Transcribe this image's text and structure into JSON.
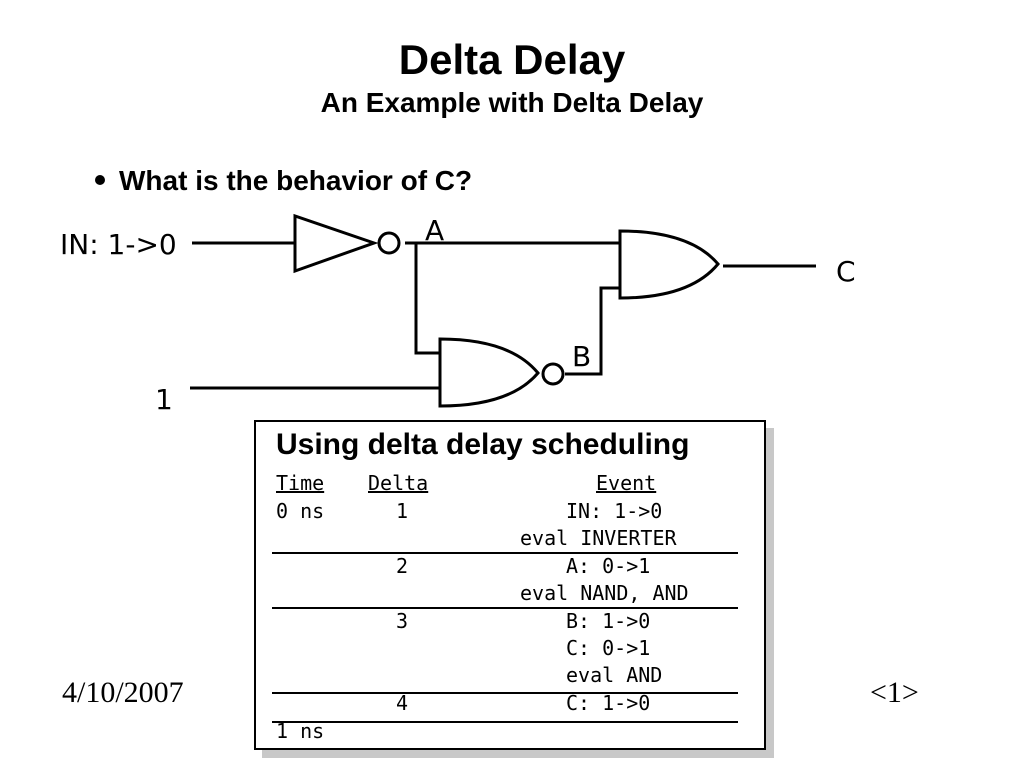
{
  "slide": {
    "title": "Delta Delay",
    "subtitle": "An Example with Delta Delay",
    "bullet": "What is the behavior of C?",
    "date": "4/10/2007",
    "page": "<1>"
  },
  "circuit": {
    "input_label": "IN: 1->0",
    "const_label": "1",
    "node_a": "A",
    "node_b": "B",
    "output_label": "C"
  },
  "table": {
    "title": "Using delta delay scheduling",
    "headers": {
      "time": "Time",
      "delta": "Delta",
      "event": "Event"
    },
    "rows": [
      {
        "time": "0 ns",
        "delta": "1",
        "event": "IN: 1->0"
      },
      {
        "time": "",
        "delta": "",
        "event": "eval INVERTER"
      },
      {
        "time": "",
        "delta": "2",
        "event": "A: 0->1"
      },
      {
        "time": "",
        "delta": "",
        "event": "eval NAND, AND"
      },
      {
        "time": "",
        "delta": "3",
        "event": "B: 1->0"
      },
      {
        "time": "",
        "delta": "",
        "event": "C: 0->1"
      },
      {
        "time": "",
        "delta": "",
        "event": "eval AND"
      },
      {
        "time": "",
        "delta": "4",
        "event": "C: 1->0"
      },
      {
        "time": "1 ns",
        "delta": "",
        "event": ""
      }
    ]
  }
}
